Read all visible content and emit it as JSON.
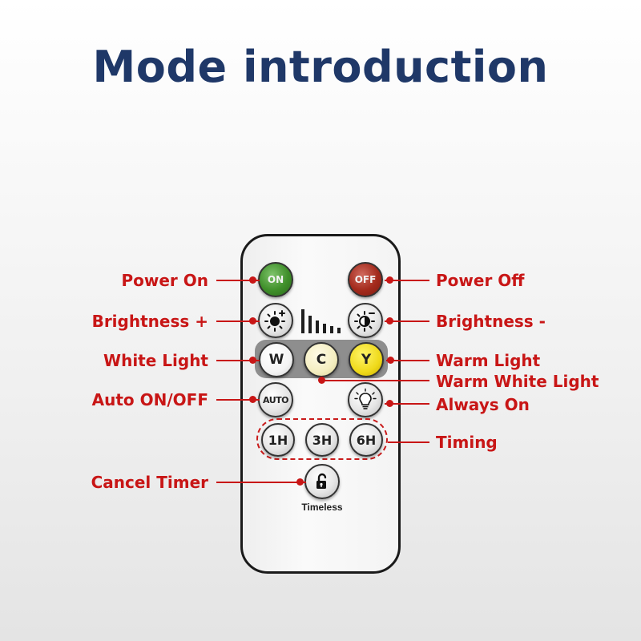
{
  "title": "Mode introduction",
  "remote": {
    "buttons": {
      "on": "ON",
      "off": "OFF",
      "white": "W",
      "cool": "C",
      "yellow": "Y",
      "auto": "AUTO",
      "timer_1h": "1H",
      "timer_3h": "3H",
      "timer_6h": "6H"
    },
    "timeless_label": "Timeless"
  },
  "labels": {
    "power_on": "Power On",
    "power_off": "Power Off",
    "brightness_up": "Brightness +",
    "brightness_down": "Brightness -",
    "white_light": "White Light",
    "warm_light": "Warm Light",
    "warm_white_light": "Warm White Light",
    "auto_on_off": "Auto ON/OFF",
    "always_on": "Always On",
    "timing": "Timing",
    "cancel_timer": "Cancel Timer"
  },
  "colors": {
    "title": "#1f3868",
    "annotation": "#c81616",
    "on_button": "#3f8f2a",
    "off_button": "#a32a1c",
    "yellow_button": "#efd91a"
  },
  "icons": [
    "sun-plus-icon",
    "brightness-bars-icon",
    "sun-minus-icon",
    "lightbulb-icon",
    "unlock-icon"
  ]
}
